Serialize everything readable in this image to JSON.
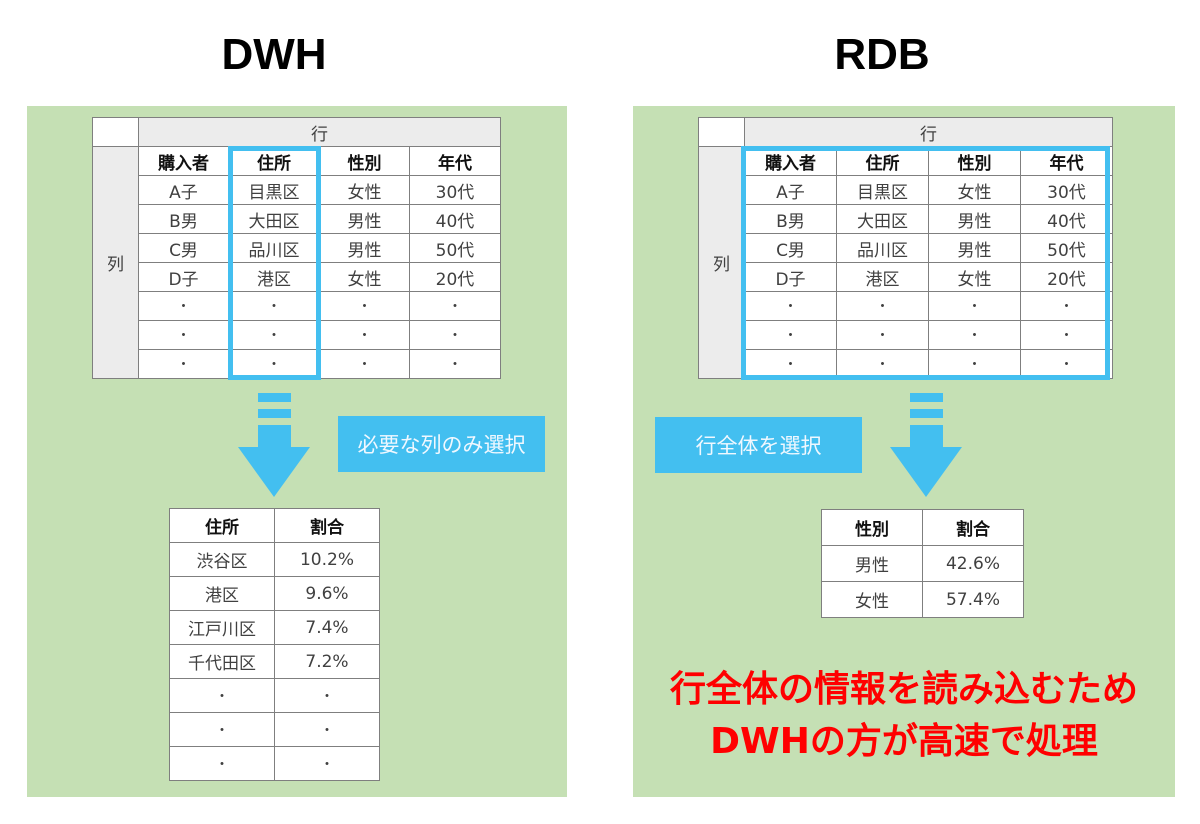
{
  "titles": {
    "left": "DWH",
    "right": "RDB"
  },
  "source_table": {
    "row_axis_label": "行",
    "col_axis_label": "列",
    "headers": [
      "購入者",
      "住所",
      "性別",
      "年代"
    ],
    "rows": [
      [
        "A子",
        "目黒区",
        "女性",
        "30代"
      ],
      [
        "B男",
        "大田区",
        "男性",
        "40代"
      ],
      [
        "C男",
        "品川区",
        "男性",
        "50代"
      ],
      [
        "D子",
        "港区",
        "女性",
        "20代"
      ],
      [
        "・",
        "・",
        "・",
        "・"
      ],
      [
        "・",
        "・",
        "・",
        "・"
      ],
      [
        "・",
        "・",
        "・",
        "・"
      ]
    ]
  },
  "dwh": {
    "label": "必要な列のみ選択",
    "result_headers": [
      "住所",
      "割合"
    ],
    "result_rows": [
      [
        "渋谷区",
        "10.2%"
      ],
      [
        "港区",
        "9.6%"
      ],
      [
        "江戸川区",
        "7.4%"
      ],
      [
        "千代田区",
        "7.2%"
      ],
      [
        "・",
        "・"
      ],
      [
        "・",
        "・"
      ],
      [
        "・",
        "・"
      ]
    ]
  },
  "rdb": {
    "label": "行全体を選択",
    "result_headers": [
      "性別",
      "割合"
    ],
    "result_rows": [
      [
        "男性",
        "42.6%"
      ],
      [
        "女性",
        "57.4%"
      ]
    ],
    "note_line1": "行全体の情報を読み込むため",
    "note_line2": "DWHの方が高速で処理"
  },
  "colors": {
    "panel_bg": "#c5e0b4",
    "accent": "#43bff0",
    "note": "#ff0000"
  }
}
